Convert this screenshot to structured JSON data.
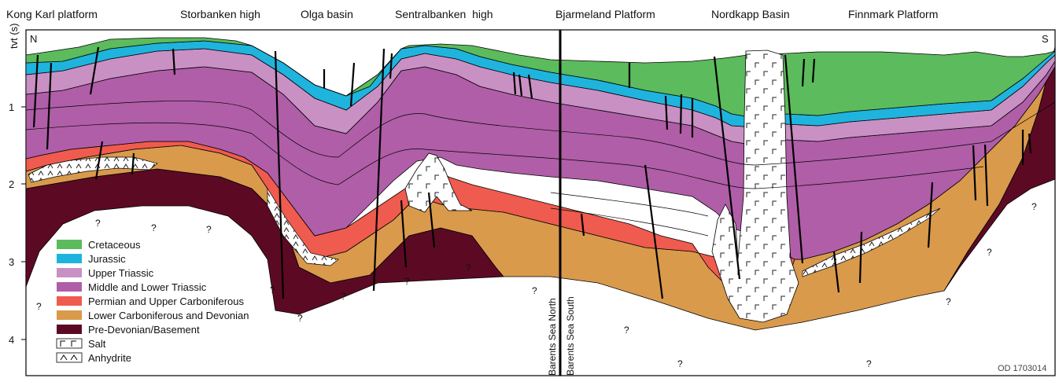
{
  "regions": [
    "Kong Karl platform",
    "Storbanken high",
    "Olga basin",
    "Sentralbanken  high",
    "Bjarmeland Platform",
    "Nordkapp Basin",
    "Finnmark Platform"
  ],
  "axis": {
    "label": "tvt (s)",
    "ticks": [
      "1",
      "2",
      "3",
      "4"
    ]
  },
  "directions": {
    "north": "N",
    "south": "S"
  },
  "boundary": {
    "north": "Barents Sea North",
    "south": "Barents Sea South"
  },
  "legend": [
    {
      "label": "Cretaceous",
      "color": "#5cbb5c"
    },
    {
      "label": "Jurassic",
      "color": "#1fb4dd"
    },
    {
      "label": "Upper Triassic",
      "color": "#c990c4"
    },
    {
      "label": "Middle and Lower Triassic",
      "color": "#b05ea8"
    },
    {
      "label": "Permian and Upper Carboniferous",
      "color": "#ef5b4e"
    },
    {
      "label": "Lower Carboniferous and Devonian",
      "color": "#d99a4c"
    },
    {
      "label": "Pre-Devonian/Basement",
      "color": "#5c0a24"
    },
    {
      "label": "Salt",
      "color": "#ffffff"
    },
    {
      "label": "Anhydrite",
      "color": "#ffffff"
    }
  ],
  "unknown_marker": "?",
  "figure_id": "OD 1703014"
}
